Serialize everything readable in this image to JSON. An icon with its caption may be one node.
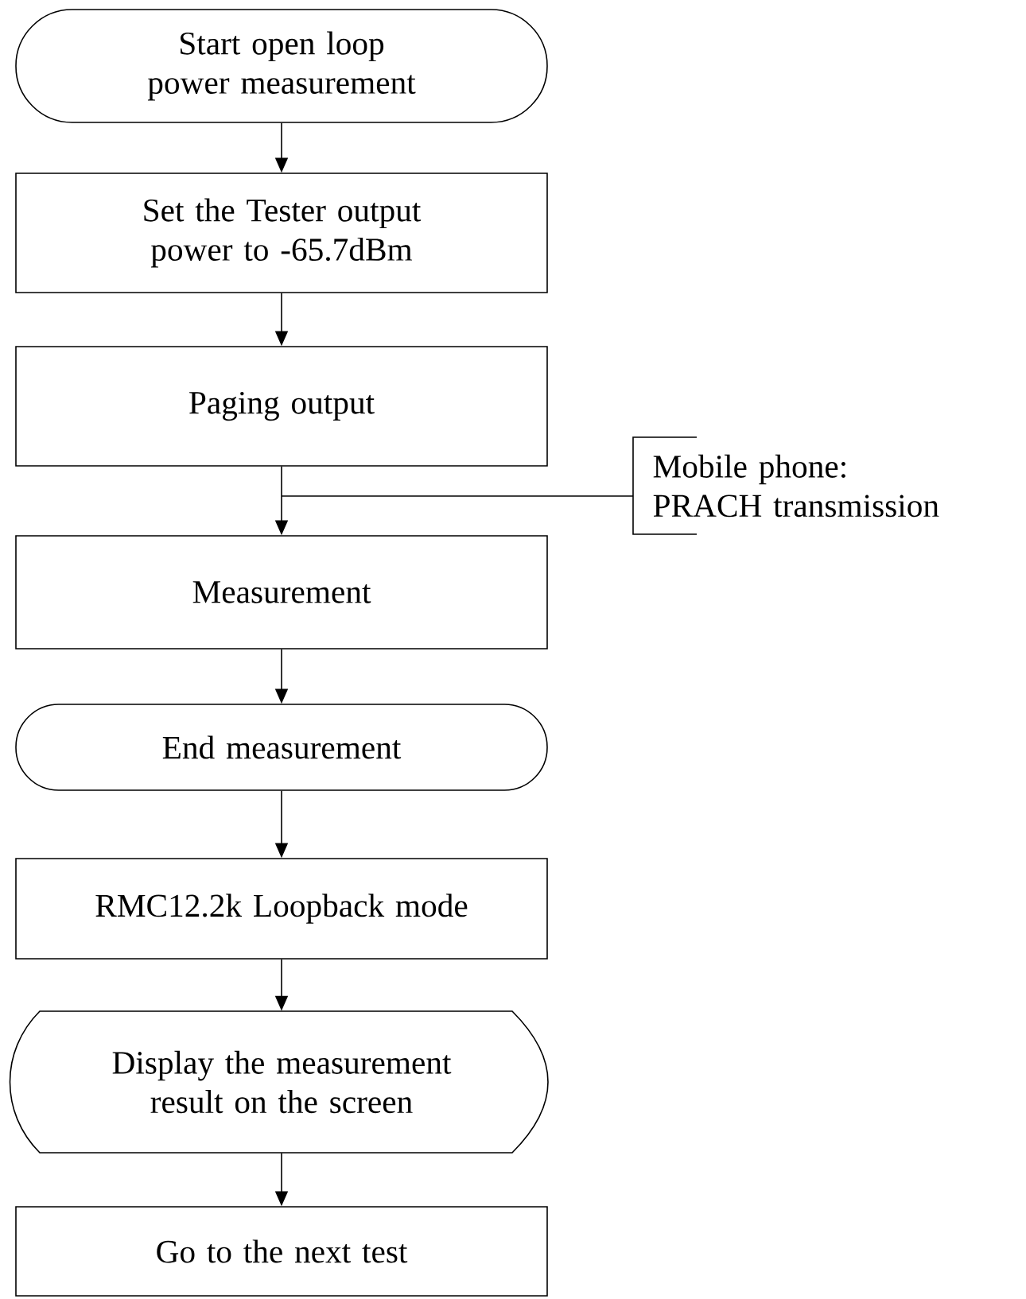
{
  "diagram": {
    "nodes": [
      {
        "text": [
          "Start open loop power measurement"
        ]
      },
      {
        "text": [
          "Set the Tester output power to -65.7dBm"
        ]
      },
      {
        "text": [
          "Paging output"
        ]
      },
      {
        "text": [
          "Measurement"
        ]
      },
      {
        "text": [
          "End measurement"
        ]
      },
      {
        "text": [
          "RMC12.2k Loopback mode"
        ]
      },
      {
        "text": [
          "Display the measurement result on the screen"
        ]
      },
      {
        "text": [
          "Go to the next test"
        ]
      },
      {
        "text": [
          "Mobile phone: PRACH transmission"
        ]
      }
    ],
    "edges": [
      {
        "from": 0,
        "to": 1,
        "arrow": "to"
      },
      {
        "from": 1,
        "to": 2,
        "arrow": "to"
      },
      {
        "from": 2,
        "to": 3,
        "arrow": "to"
      },
      {
        "from": 3,
        "to": 4,
        "arrow": "to"
      },
      {
        "from": 4,
        "to": 5,
        "arrow": "to"
      },
      {
        "from": 5,
        "to": 6,
        "arrow": "to"
      },
      {
        "from": 6,
        "to": 7,
        "arrow": "to"
      },
      {
        "from": 8,
        "to": null,
        "arrow": "none"
      }
    ]
  }
}
